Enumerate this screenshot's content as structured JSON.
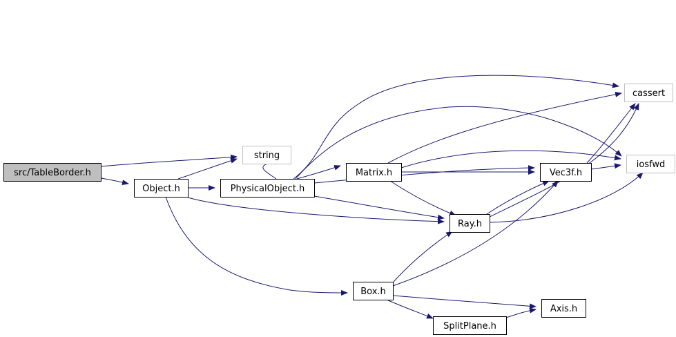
{
  "diagram": {
    "type": "include-dependency-graph",
    "nodes": [
      {
        "id": "tableborder",
        "label": "src/TableBorder.h",
        "style": "root"
      },
      {
        "id": "string",
        "label": "string",
        "style": "external"
      },
      {
        "id": "object",
        "label": "Object.h",
        "style": "normal"
      },
      {
        "id": "physicalobject",
        "label": "PhysicalObject.h",
        "style": "normal"
      },
      {
        "id": "matrix",
        "label": "Matrix.h",
        "style": "normal"
      },
      {
        "id": "cassert",
        "label": "cassert",
        "style": "external"
      },
      {
        "id": "iosfwd",
        "label": "iosfwd",
        "style": "external"
      },
      {
        "id": "vec3f",
        "label": "Vec3f.h",
        "style": "normal"
      },
      {
        "id": "ray",
        "label": "Ray.h",
        "style": "normal"
      },
      {
        "id": "box",
        "label": "Box.h",
        "style": "normal"
      },
      {
        "id": "axis",
        "label": "Axis.h",
        "style": "normal"
      },
      {
        "id": "splitplane",
        "label": "SplitPlane.h",
        "style": "normal"
      }
    ],
    "edges": [
      {
        "from": "tableborder",
        "to": "string"
      },
      {
        "from": "tableborder",
        "to": "object"
      },
      {
        "from": "object",
        "to": "string"
      },
      {
        "from": "object",
        "to": "physicalobject"
      },
      {
        "from": "object",
        "to": "ray"
      },
      {
        "from": "object",
        "to": "box"
      },
      {
        "from": "physicalobject",
        "to": "string"
      },
      {
        "from": "physicalobject",
        "to": "matrix"
      },
      {
        "from": "physicalobject",
        "to": "cassert"
      },
      {
        "from": "physicalobject",
        "to": "iosfwd"
      },
      {
        "from": "physicalobject",
        "to": "vec3f"
      },
      {
        "from": "physicalobject",
        "to": "ray"
      },
      {
        "from": "matrix",
        "to": "cassert"
      },
      {
        "from": "matrix",
        "to": "iosfwd"
      },
      {
        "from": "matrix",
        "to": "vec3f"
      },
      {
        "from": "matrix",
        "to": "ray"
      },
      {
        "from": "vec3f",
        "to": "cassert"
      },
      {
        "from": "vec3f",
        "to": "iosfwd"
      },
      {
        "from": "ray",
        "to": "vec3f"
      },
      {
        "from": "ray",
        "to": "cassert"
      },
      {
        "from": "ray",
        "to": "iosfwd"
      },
      {
        "from": "box",
        "to": "ray"
      },
      {
        "from": "box",
        "to": "vec3f"
      },
      {
        "from": "box",
        "to": "axis"
      },
      {
        "from": "box",
        "to": "splitplane"
      },
      {
        "from": "splitplane",
        "to": "axis"
      }
    ]
  },
  "colors": {
    "edge": "#191970",
    "node_border": "#000000",
    "external_border": "#bfbfbf",
    "root_fill": "#bfbfbf",
    "node_fill": "#ffffff",
    "text": "#000000"
  }
}
